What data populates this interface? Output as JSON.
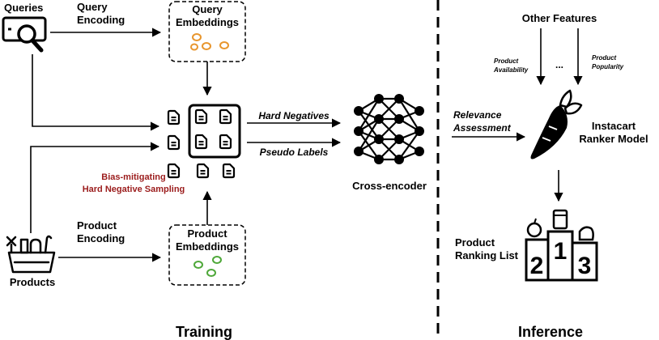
{
  "training": {
    "section_title": "Training",
    "queries_label": "Queries",
    "query_encoding": [
      "Query",
      "Encoding"
    ],
    "query_embeddings": [
      "Query",
      "Embeddings"
    ],
    "products_label": "Products",
    "product_encoding": [
      "Product",
      "Encoding"
    ],
    "product_embeddings": [
      "Product",
      "Embeddings"
    ],
    "bias_label": [
      "Bias-mitigating",
      "Hard Negative Sampling"
    ],
    "hard_negatives": "Hard Negatives",
    "pseudo_labels": "Pseudo Labels",
    "cross_encoder": "Cross-encoder"
  },
  "inference": {
    "section_title": "Inference",
    "other_features": "Other Features",
    "product_availability": [
      "Product",
      "Availability"
    ],
    "ellipsis": "...",
    "product_popularity": [
      "Product",
      "Popularity"
    ],
    "relevance_assessment": [
      "Relevance",
      "Assessment"
    ],
    "ranker_model": [
      "Instacart",
      "Ranker Model"
    ],
    "ranking_list": [
      "Product",
      "Ranking List"
    ],
    "podium_digits": [
      "2",
      "1",
      "3"
    ]
  },
  "colors": {
    "bias_label": "#9b1c1c",
    "query_circles": "#e8962e",
    "product_circles": "#4fa83a"
  }
}
